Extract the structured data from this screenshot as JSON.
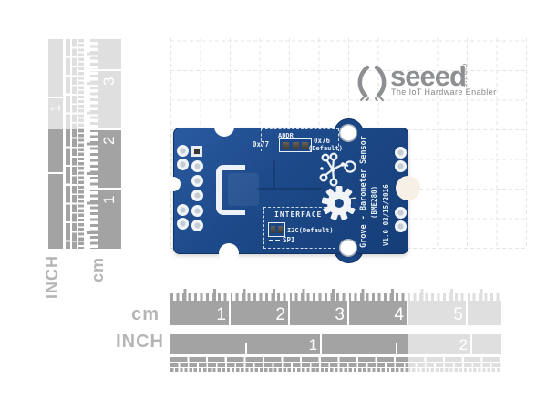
{
  "logo": {
    "brand": "seeed",
    "studio": "studio",
    "tagline": "The IoT Hardware Enabler"
  },
  "board": {
    "addr": {
      "title": "ADDR",
      "left": "0x77",
      "right": "0x76",
      "note": "(Default)"
    },
    "interface": {
      "title": "INTERFACE",
      "i2c": "I2C(Default)",
      "spi": "SPI"
    },
    "product": "Grove - Barometer Sensor",
    "chip": "(BME280)",
    "version": "V1.0 03/15/2016"
  },
  "rulers": {
    "h": {
      "cm_unit": "cm",
      "inch_unit": "INCH",
      "cm": [
        "1",
        "2",
        "3",
        "4",
        "5"
      ],
      "inch": [
        "1",
        "2"
      ]
    },
    "v": {
      "cm_unit": "cm",
      "inch_unit": "INCH",
      "cm": [
        "1",
        "2",
        "3"
      ],
      "inch": [
        "1"
      ]
    }
  }
}
